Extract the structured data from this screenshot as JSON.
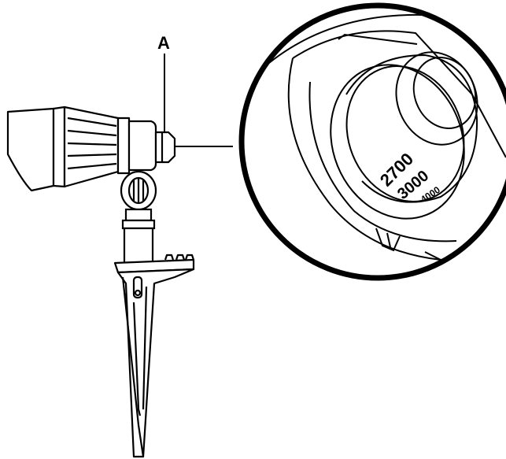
{
  "callout": {
    "label": "A"
  },
  "dial": {
    "values": [
      "2700",
      "3000"
    ],
    "partial_value": "4000"
  },
  "colors": {
    "line": "#000000",
    "background": "#ffffff"
  }
}
